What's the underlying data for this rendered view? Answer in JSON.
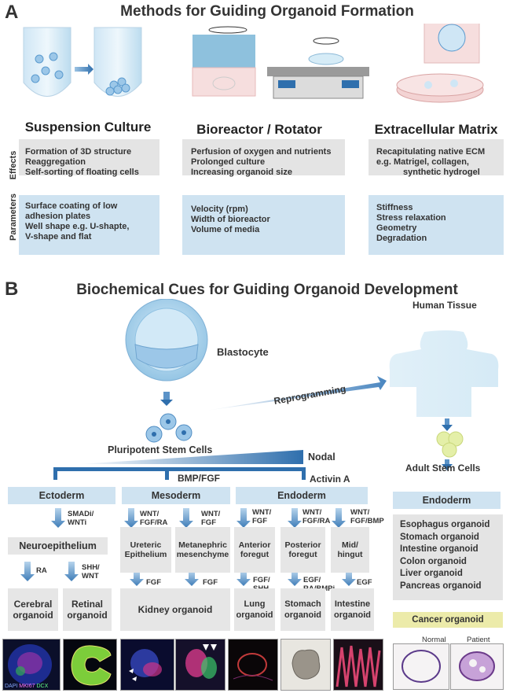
{
  "panel_a": {
    "letter": "A",
    "title": "Methods for Guiding Organoid Formation",
    "row_labels": {
      "effects": "Effects",
      "parameters": "Parameters"
    },
    "methods": [
      {
        "title": "Suspension Culture",
        "effects": [
          "Formation of 3D structure",
          "Reaggregation",
          "Self-sorting of floating cells"
        ],
        "parameters": [
          "Surface coating of low",
          "adhesion plates",
          "Well shape e.g. U-shapte,",
          "V-shape and flat"
        ]
      },
      {
        "title": "Bioreactor / Rotator",
        "effects": [
          "Perfusion of oxygen and nutrients",
          "Prolonged culture",
          "Increasing organoid size"
        ],
        "parameters": [
          "Velocity (rpm)",
          "Width of bioreactor",
          "Volume of media"
        ]
      },
      {
        "title": "Extracellular Matrix",
        "effects": [
          "Recapitulating native ECM",
          "e.g. Matrigel, collagen,",
          "synthetic hydrogel"
        ],
        "parameters": [
          "Stiffness",
          "Stress relaxation",
          "Geometry",
          "Degradation"
        ]
      }
    ]
  },
  "panel_b": {
    "letter": "B",
    "title": "Biochemical Cues for Guiding Organoid Development",
    "blastocyte": "Blastocyte",
    "human_tissue": "Human Tissue",
    "reprogramming": "Reprogramming",
    "psc": "Pluripotent Stem Cells",
    "nodal": "Nodal",
    "activin": "Activin A",
    "bmp_fgf": "BMP/FGF",
    "adult_stem_cells": "Adult Stem Cells",
    "germ_layers": {
      "ectoderm": "Ectoderm",
      "mesoderm": "Mesoderm",
      "endoderm": "Endoderm",
      "adult_endoderm": "Endoderm"
    },
    "factors": {
      "smadi": [
        "SMADi/",
        "WNTi"
      ],
      "wnt_fgf_ra_1": [
        "WNT/",
        "FGF/RA"
      ],
      "wnt_fgf_1": [
        "WNT/",
        "FGF"
      ],
      "wnt_fgf_2": [
        "WNT/",
        "FGF"
      ],
      "wnt_fgf_ra_2": [
        "WNT/",
        "FGF/RA"
      ],
      "wnt_fgf_bmp": [
        "WNT/",
        "FGF/BMP"
      ],
      "ra": "RA",
      "shh_wnt": [
        "SHH/",
        "WNT"
      ],
      "fgf_1": "FGF",
      "fgf_2": "FGF",
      "fgf_shh": [
        "FGF/",
        "SHH"
      ],
      "egf_ra_bmpi": [
        "EGF/",
        "RA/BMPi"
      ],
      "egf": "EGF"
    },
    "cells": {
      "neuroepithelium": "Neuroepithelium",
      "ureteric": [
        "Ureteric",
        "Epithelium"
      ],
      "metanephric": [
        "Metanephric",
        "mesenchyme"
      ],
      "anterior": [
        "Anterior",
        "foregut"
      ],
      "posterior": [
        "Posterior",
        "foregut"
      ],
      "mid": [
        "Mid/",
        "hingut"
      ]
    },
    "organoids": {
      "cerebral": [
        "Cerebral",
        "organoid"
      ],
      "retinal": [
        "Retinal",
        "organoid"
      ],
      "kidney": "Kidney organoid",
      "lung": [
        "Lung",
        "organoid"
      ],
      "stomach": [
        "Stomach",
        "organoid"
      ],
      "intestine": [
        "Intestine",
        "organoid"
      ]
    },
    "adult_organoids": [
      "Esophagus organoid",
      "Stomach organoid",
      "Intestine organoid",
      "Colon organoid",
      "Liver organoid",
      "Pancreas organoid"
    ],
    "cancer_organoid": "Cancer organoid",
    "normal": "Normal",
    "patient": "Patient",
    "stain_labels": {
      "dapi": "DAPI",
      "mki67": "MKI67",
      "dcx": "DCX"
    }
  },
  "colors": {
    "accent_blue": "#2f6fad",
    "box_blue": "#cfe3f1",
    "box_gray": "#e4e4e4",
    "cancer_yellow": "#ecebaa"
  }
}
